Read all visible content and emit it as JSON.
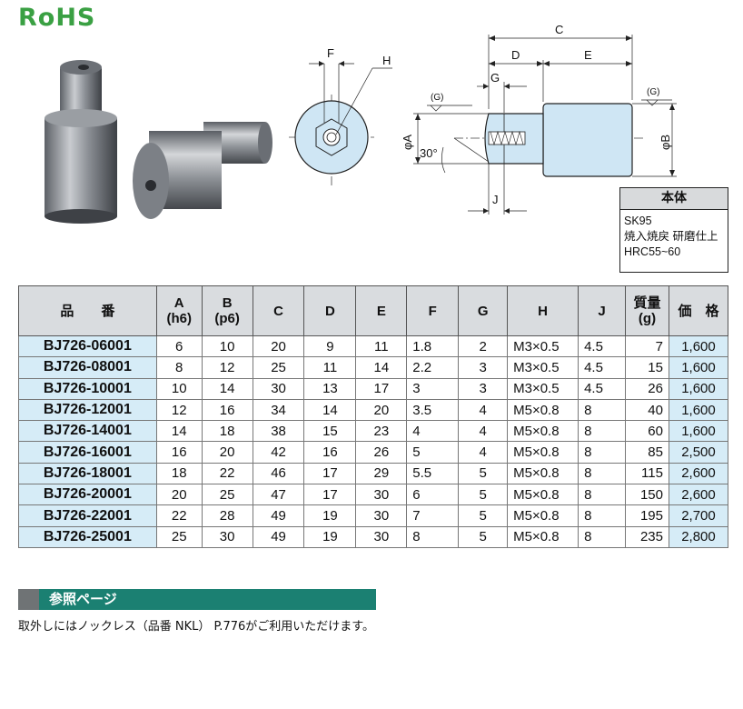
{
  "logo": {
    "text": "RoHS"
  },
  "drawing_labels": {
    "F": "F",
    "H": "H",
    "C": "C",
    "D": "D",
    "E": "E",
    "G": "G",
    "G_left": "(G)",
    "G_right": "(G)",
    "phiA": "φA",
    "phiB": "φB",
    "angle": "30°",
    "J": "J"
  },
  "material": {
    "title": "本体",
    "lines": [
      "SK95",
      "焼入焼戻 研磨仕上",
      "HRC55~60"
    ]
  },
  "table": {
    "headers": [
      {
        "l1": "品　　番",
        "l2": ""
      },
      {
        "l1": "A",
        "l2": "(h6)"
      },
      {
        "l1": "B",
        "l2": "(p6)"
      },
      {
        "l1": "C",
        "l2": ""
      },
      {
        "l1": "D",
        "l2": ""
      },
      {
        "l1": "E",
        "l2": ""
      },
      {
        "l1": "F",
        "l2": ""
      },
      {
        "l1": "G",
        "l2": ""
      },
      {
        "l1": "H",
        "l2": ""
      },
      {
        "l1": "J",
        "l2": ""
      },
      {
        "l1": "質量",
        "l2": "(g)"
      },
      {
        "l1": "価　格",
        "l2": ""
      }
    ],
    "rows": [
      [
        "BJ726-06001",
        "6",
        "10",
        "20",
        "9",
        "11",
        "1.8",
        "2",
        "M3×0.5",
        "4.5",
        "7",
        "1,600"
      ],
      [
        "BJ726-08001",
        "8",
        "12",
        "25",
        "11",
        "14",
        "2.2",
        "3",
        "M3×0.5",
        "4.5",
        "15",
        "1,600"
      ],
      [
        "BJ726-10001",
        "10",
        "14",
        "30",
        "13",
        "17",
        "3",
        "3",
        "M3×0.5",
        "4.5",
        "26",
        "1,600"
      ],
      [
        "BJ726-12001",
        "12",
        "16",
        "34",
        "14",
        "20",
        "3.5",
        "4",
        "M5×0.8",
        "8",
        "40",
        "1,600"
      ],
      [
        "BJ726-14001",
        "14",
        "18",
        "38",
        "15",
        "23",
        "4",
        "4",
        "M5×0.8",
        "8",
        "60",
        "1,600"
      ],
      [
        "BJ726-16001",
        "16",
        "20",
        "42",
        "16",
        "26",
        "5",
        "4",
        "M5×0.8",
        "8",
        "85",
        "2,500"
      ],
      [
        "BJ726-18001",
        "18",
        "22",
        "46",
        "17",
        "29",
        "5.5",
        "5",
        "M5×0.8",
        "8",
        "115",
        "2,600"
      ],
      [
        "BJ726-20001",
        "20",
        "25",
        "47",
        "17",
        "30",
        "6",
        "5",
        "M5×0.8",
        "8",
        "150",
        "2,600"
      ],
      [
        "BJ726-22001",
        "22",
        "28",
        "49",
        "19",
        "30",
        "7",
        "5",
        "M5×0.8",
        "8",
        "195",
        "2,700"
      ],
      [
        "BJ726-25001",
        "25",
        "30",
        "49",
        "19",
        "30",
        "8",
        "5",
        "M5×0.8",
        "8",
        "235",
        "2,800"
      ]
    ]
  },
  "reference": {
    "title": "参照ページ",
    "text": "取外しにはノックレス（品番 NKL） P.776がご利用いただけます。"
  },
  "colors": {
    "logo_green": "#3aa043",
    "header_gray": "#d9dcdf",
    "code_blue": "#d6ecf7",
    "ref_teal": "#1b8072",
    "drawing_blue": "#cfe6f4"
  }
}
